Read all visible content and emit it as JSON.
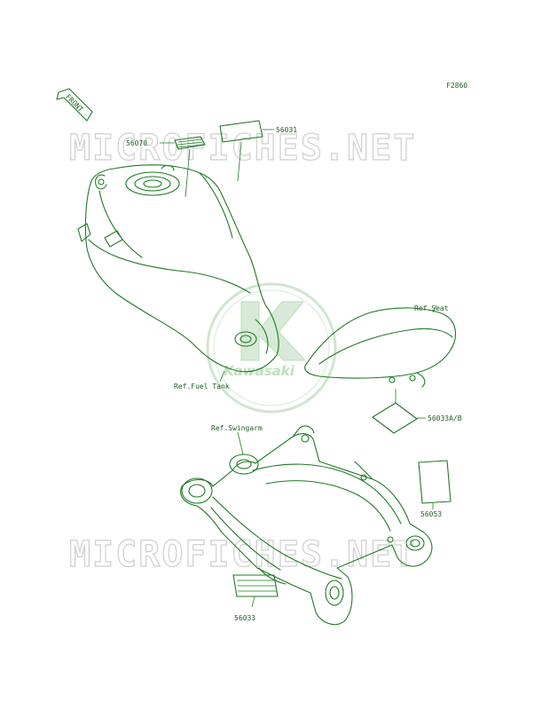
{
  "figure_code": "F2860",
  "front_label": "FRONT",
  "watermark_text": "MICROFICHES.NET",
  "logo_text": "Kawasaki",
  "colors": {
    "line": "#1e7a22",
    "label": "#1f5f23",
    "watermark": "#cfcfcf",
    "logo": "#bfe0bf"
  },
  "callouts": {
    "p56070": "56070",
    "p56031": "56031",
    "ref_seat": "Ref.Seat",
    "ref_fuel_tank": "Ref.Fuel Tank",
    "p56033ab": "56033A/B",
    "ref_swingarm": "Ref.Swingarm",
    "p56053": "56053",
    "p56033": "56033"
  }
}
